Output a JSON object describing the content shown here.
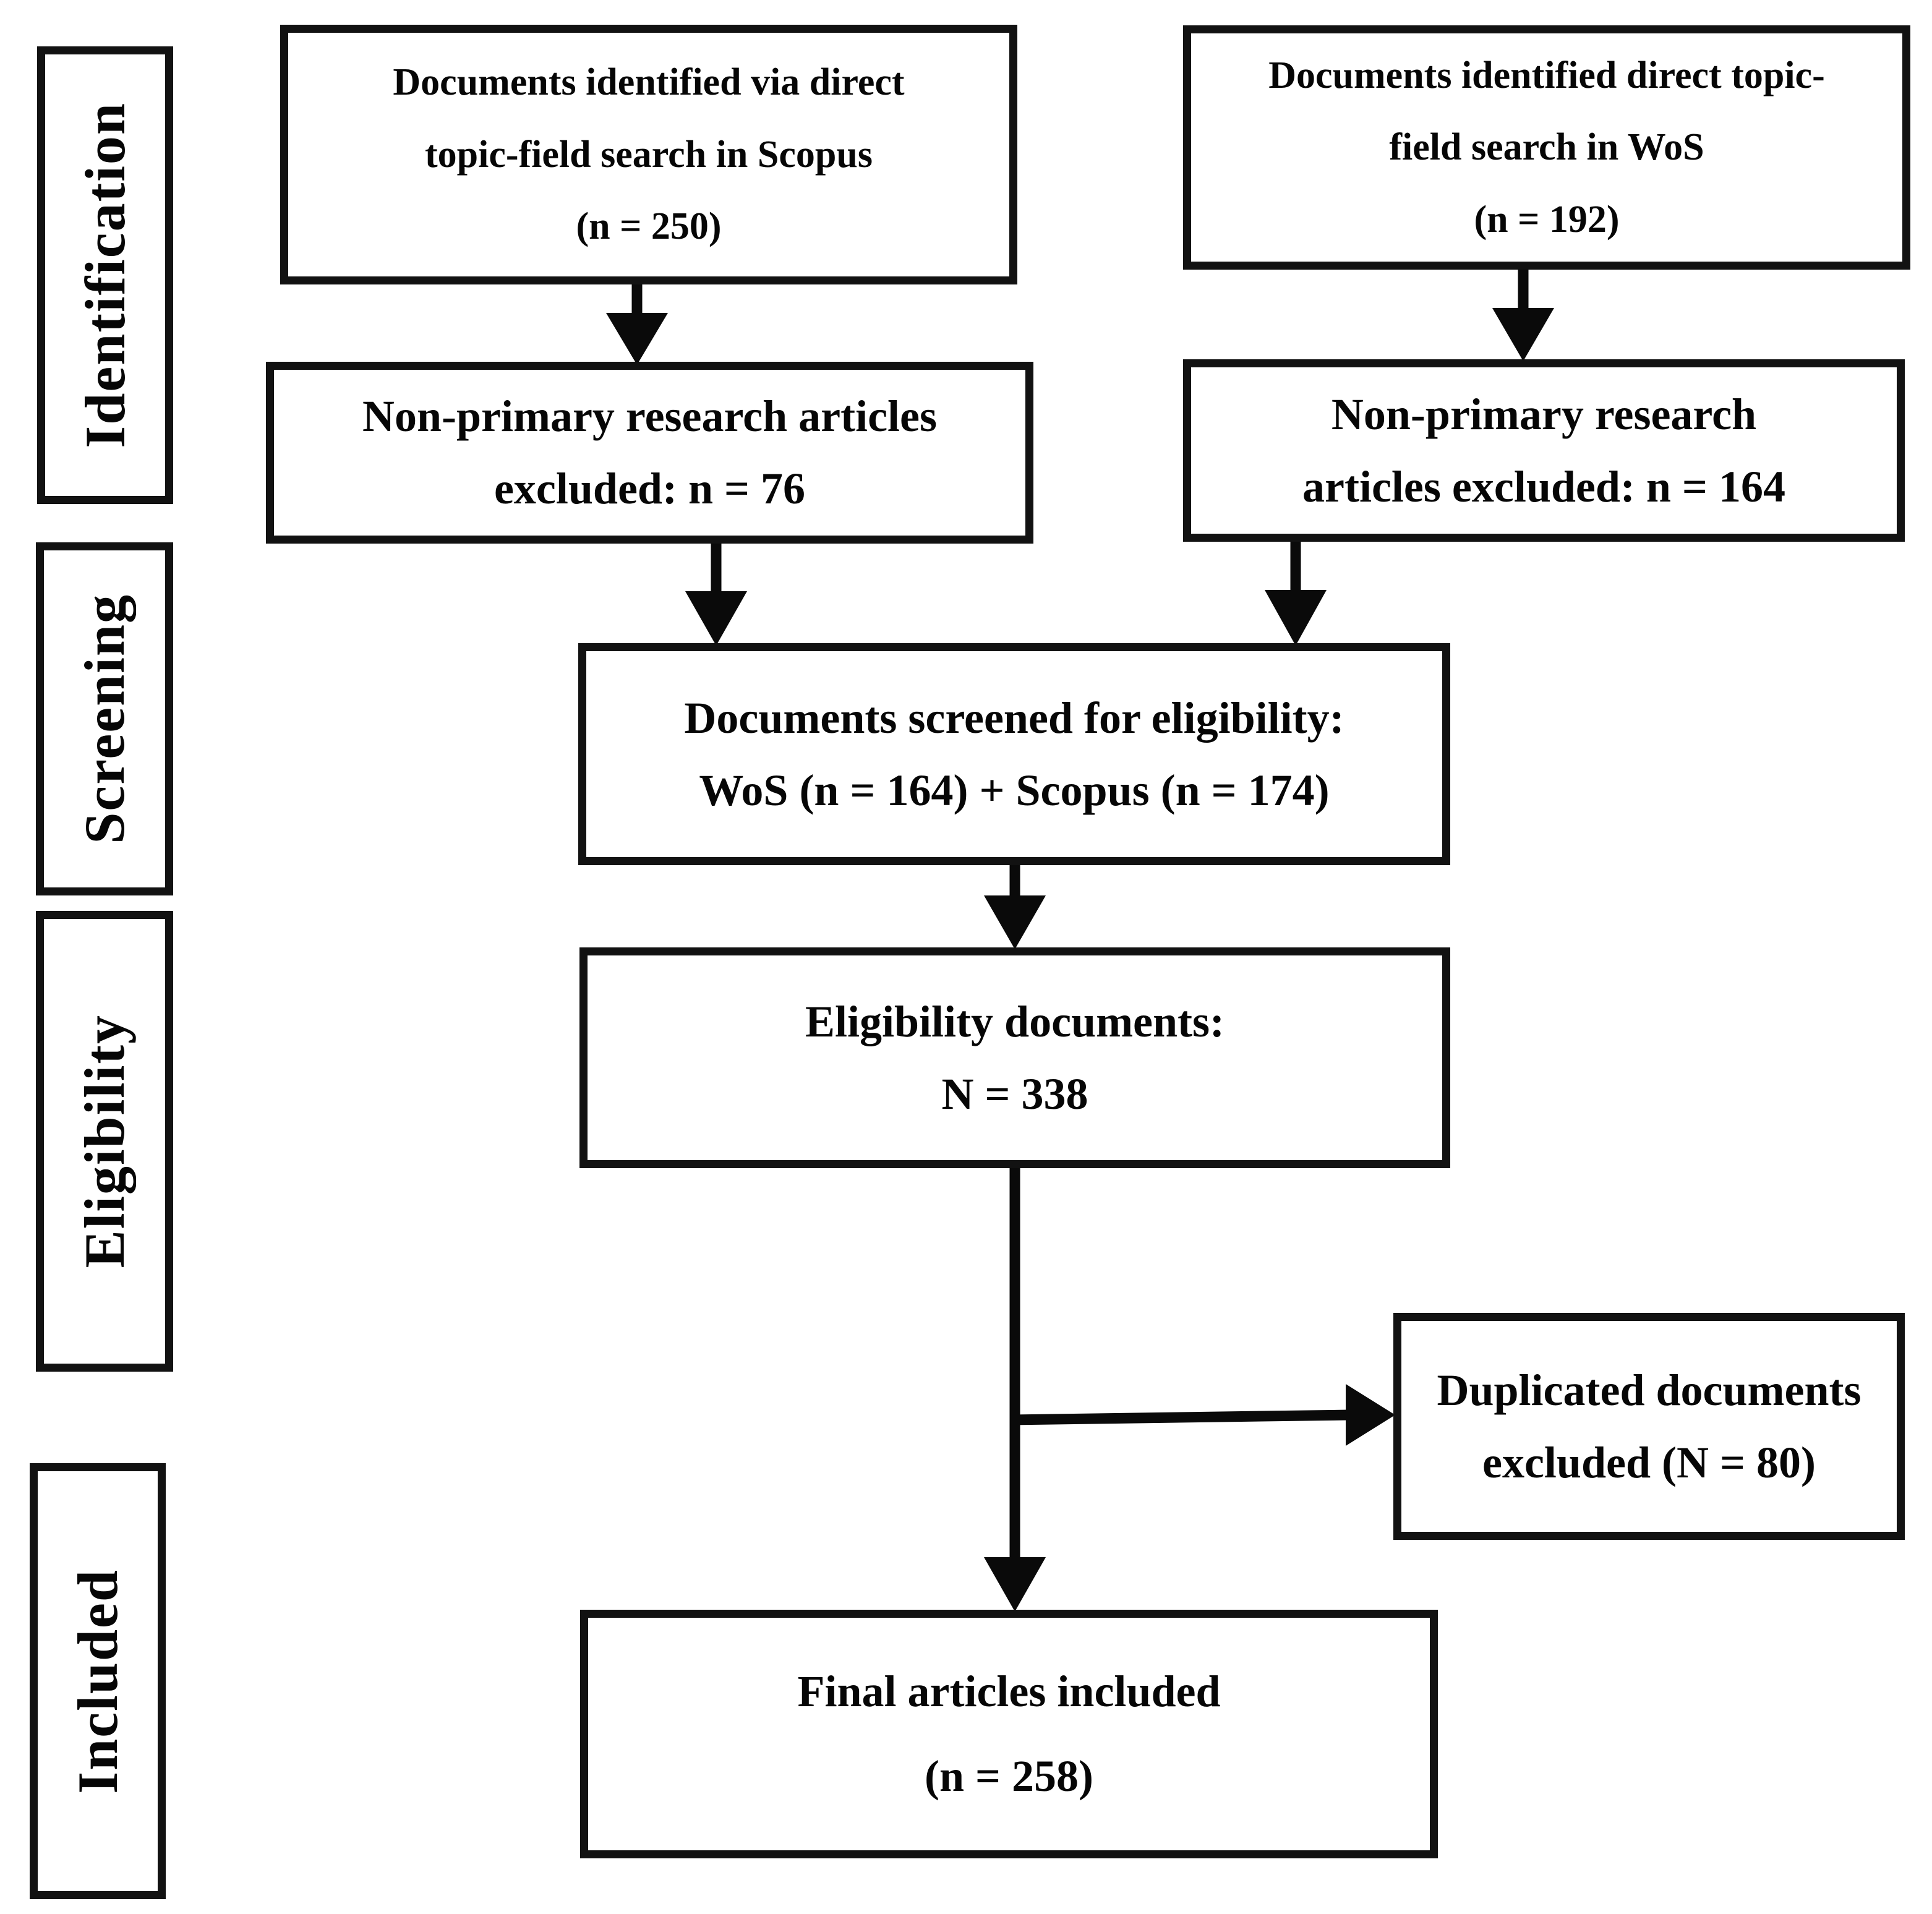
{
  "page": {
    "background": "#ffffff",
    "ink": "#0a0a0a"
  },
  "stages": [
    {
      "key": "identification",
      "label": "Identification"
    },
    {
      "key": "screening",
      "label": "Screening"
    },
    {
      "key": "eligibility",
      "label": "Eligibility"
    },
    {
      "key": "included",
      "label": "Included"
    }
  ],
  "boxes": {
    "scopus": {
      "lines": [
        "Documents identified via direct",
        "topic-field search in Scopus",
        "(n = 250)"
      ]
    },
    "wos": {
      "lines": [
        "Documents identified direct topic-",
        "field search in WoS",
        "(n = 192)"
      ]
    },
    "excluded_scopus": {
      "lines": [
        "Non-primary research articles",
        "excluded: n = 76"
      ]
    },
    "excluded_wos": {
      "lines": [
        "Non-primary research",
        "articles excluded: n = 164"
      ]
    },
    "screened": {
      "lines": [
        "Documents screened for eligibility:",
        "WoS (n = 164) + Scopus (n = 174)"
      ]
    },
    "eligibility_documents": {
      "lines": [
        "Eligibility documents:",
        "N = 338"
      ]
    },
    "duplicated": {
      "lines": [
        "Duplicated documents",
        "excluded (N = 80)"
      ]
    },
    "final": {
      "lines": [
        "Final articles included",
        "(n = 258)"
      ]
    }
  },
  "connections": [
    {
      "from": "scopus",
      "to": "excluded_scopus"
    },
    {
      "from": "wos",
      "to": "excluded_wos"
    },
    {
      "from": "excluded_scopus",
      "to": "screened"
    },
    {
      "from": "excluded_wos",
      "to": "screened"
    },
    {
      "from": "screened",
      "to": "eligibility_documents"
    },
    {
      "from": "eligibility_documents",
      "to": "final"
    },
    {
      "from": "eligibility_documents",
      "to": "duplicated"
    }
  ]
}
